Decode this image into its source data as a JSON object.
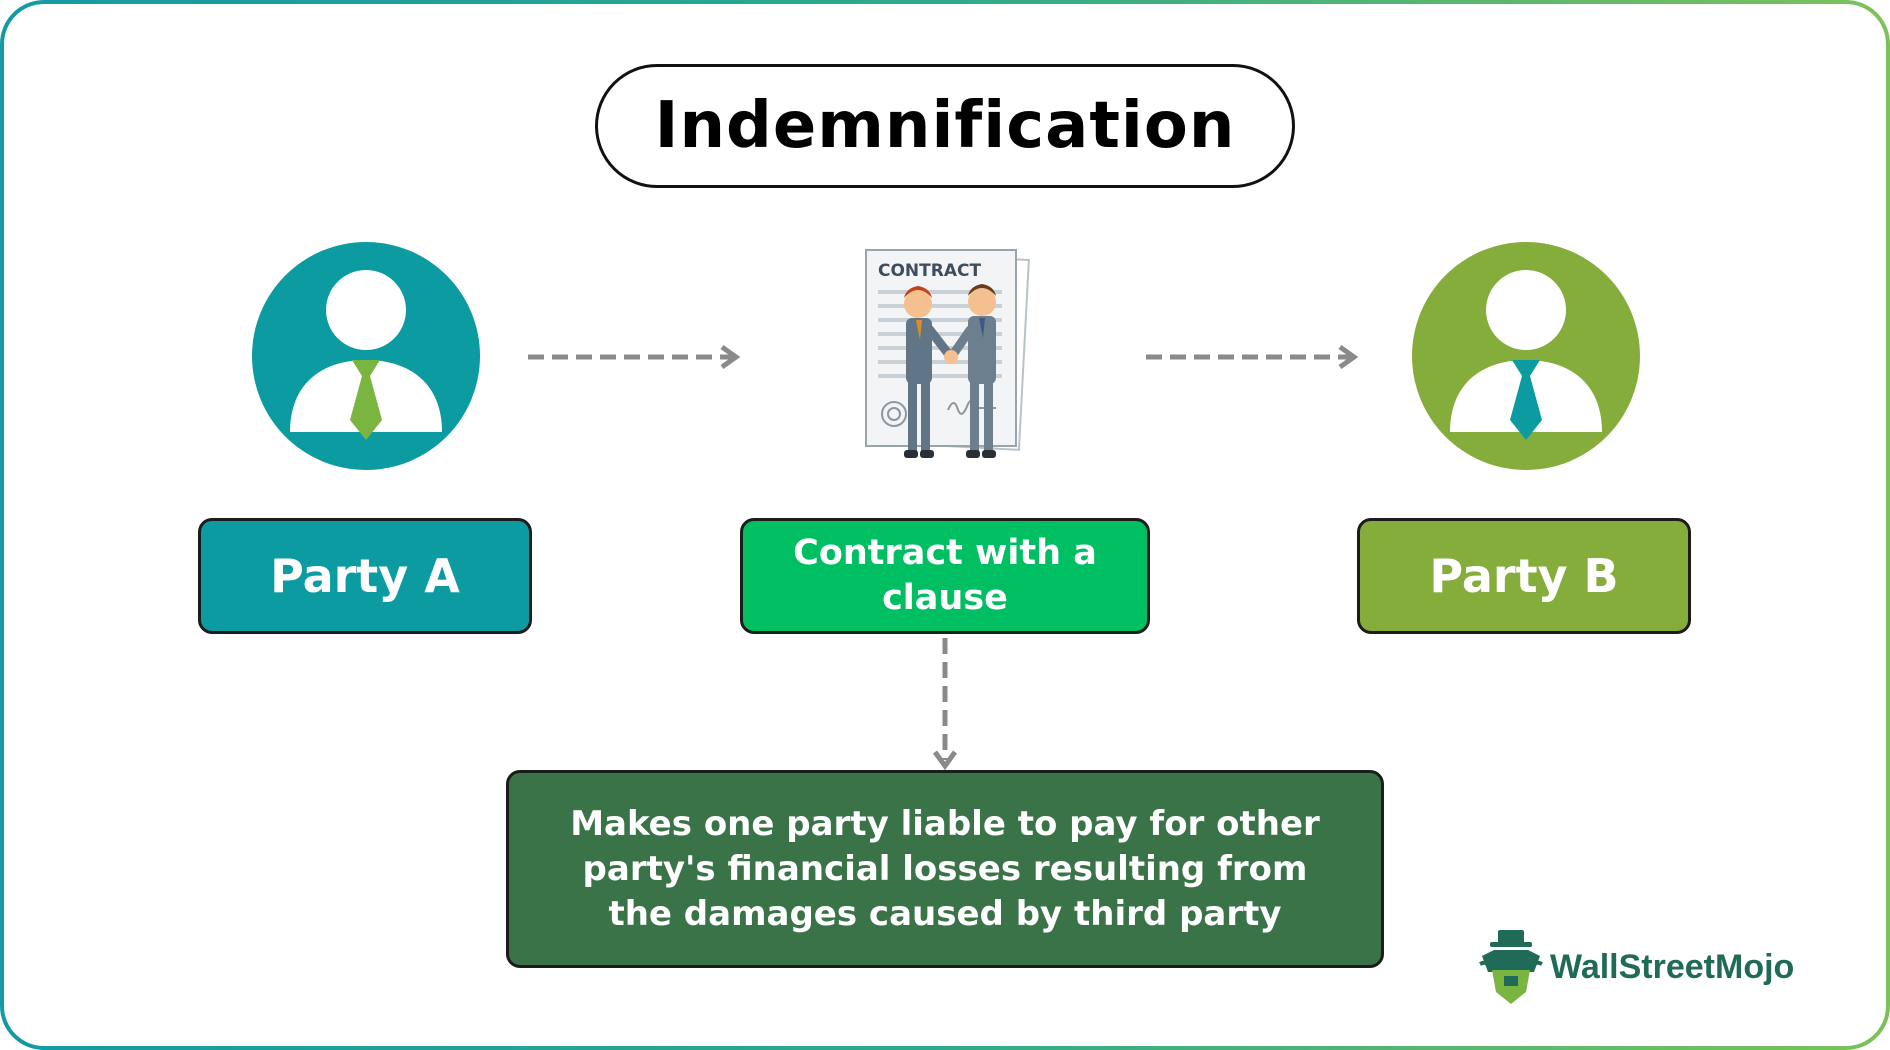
{
  "title": "Indemnification",
  "party_a": {
    "label": "Party A",
    "color": "#0b9ba1",
    "tie_color": "#7ab541"
  },
  "party_b": {
    "label": "Party B",
    "color": "#85ad3c",
    "tie_color": "#0b9ba1"
  },
  "contract": {
    "label": "Contract with a clause",
    "document_heading": "CONTRACT",
    "color": "#00bf63"
  },
  "outcome": {
    "text": "Makes one party liable to pay for other party's financial losses resulting from the damages caused by third party",
    "color": "#3b7349"
  },
  "brand": {
    "name": "WallStreetMojo"
  },
  "colors": {
    "arrow": "#8a8a8a",
    "border_gradient": [
      "#149aa3",
      "#7cc25a"
    ]
  }
}
